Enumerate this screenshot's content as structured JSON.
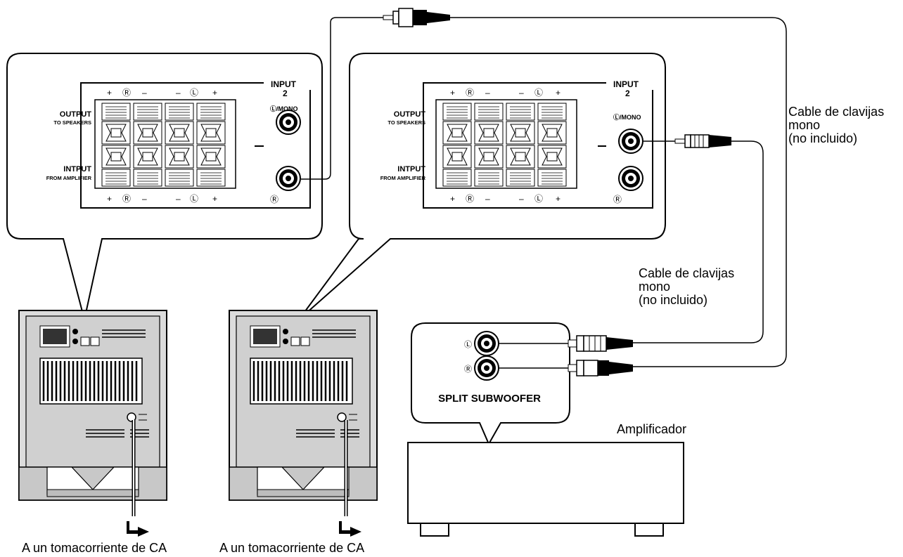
{
  "panel": {
    "input2_title": "INPUT",
    "input2_number": "2",
    "lmono": "Ⓛ/MONO",
    "r_mark": "Ⓡ",
    "output_title": "OUTPUT",
    "output_sub": "TO SPEAKERS",
    "input_title": "INTPUT",
    "input_sub": "FROM AMPLIFIER",
    "plus": "+",
    "minus": "–",
    "r_circle": "Ⓡ",
    "l_circle": "Ⓛ"
  },
  "cable_label_1": {
    "line1": "Cable de clavijas",
    "line2": "mono",
    "line3": "(no incluido)"
  },
  "cable_label_2": {
    "line1": "Cable de clavijas",
    "line2": "mono",
    "line3": "(no incluido)"
  },
  "amp_panel": {
    "l_mark": "Ⓛ",
    "r_mark": "Ⓡ",
    "title": "SPLIT SUBWOOFER"
  },
  "amplifier_label": "Amplificador",
  "outlet_label_1": "A un tomacorriente de CA",
  "outlet_label_2": "A un tomacorriente de CA",
  "colors": {
    "line": "#000000",
    "sub_body": "#d9d9d9",
    "sub_base": "#cfcfcf"
  }
}
